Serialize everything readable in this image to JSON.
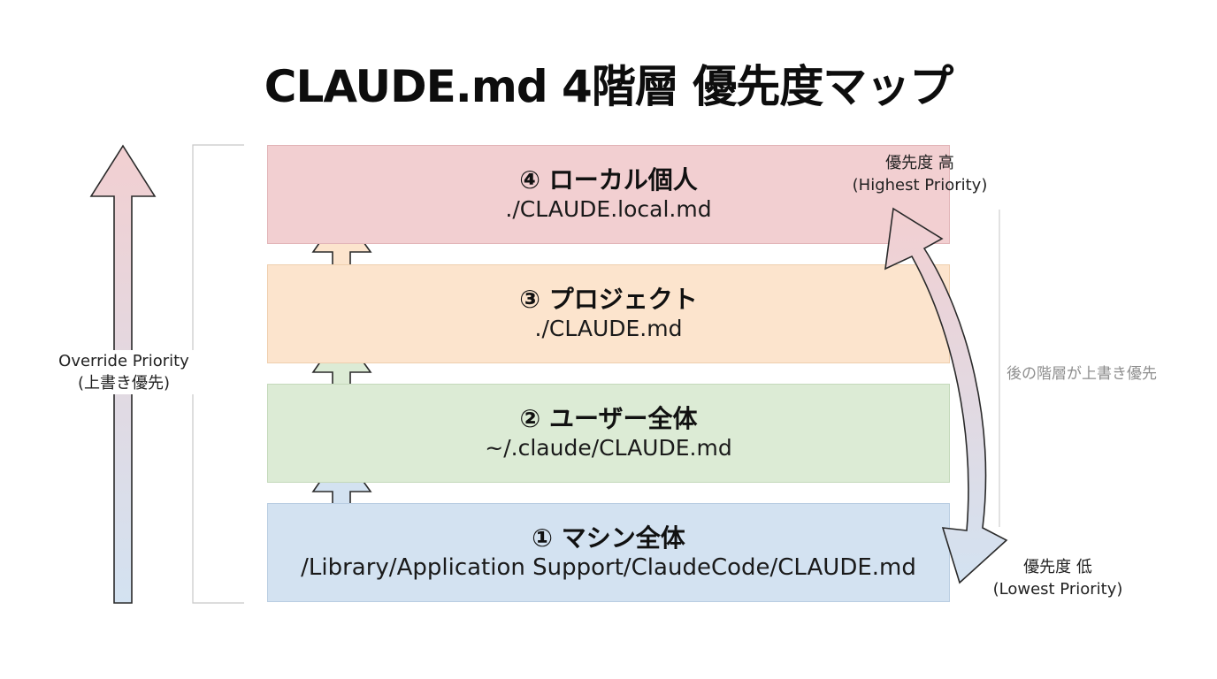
{
  "title": "CLAUDE.md 4階層 優先度マップ",
  "layers": [
    {
      "name": "① マシン全体",
      "path": "/Library/Application Support/ClaudeCode/CLAUDE.md",
      "color": "#d3e2f1"
    },
    {
      "name": "② ユーザー全体",
      "path": "~/.claude/CLAUDE.md",
      "color": "#dcebd5"
    },
    {
      "name": "③ プロジェクト",
      "path": "./CLAUDE.md",
      "color": "#fce4cd"
    },
    {
      "name": "④ ローカル個人",
      "path": "./CLAUDE.local.md",
      "color": "#f2cfd1"
    }
  ],
  "override_priority": {
    "line1": "Override Priority",
    "line2": "(上書き優先)"
  },
  "priority_high": {
    "line1": "優先度 高",
    "line2": "(Highest Priority)"
  },
  "priority_low": {
    "line1": "優先度 低",
    "line2": "(Lowest Priority)"
  },
  "later_layer_note": "後の階層が上書き優先",
  "colors": {
    "high": "#f2cfd1",
    "low": "#d3e2f1",
    "outline": "#2a2a2a",
    "bracket": "#c8c8c8"
  },
  "icons": [
    "up-arrow-icon",
    "double-headed-arrow-icon"
  ]
}
